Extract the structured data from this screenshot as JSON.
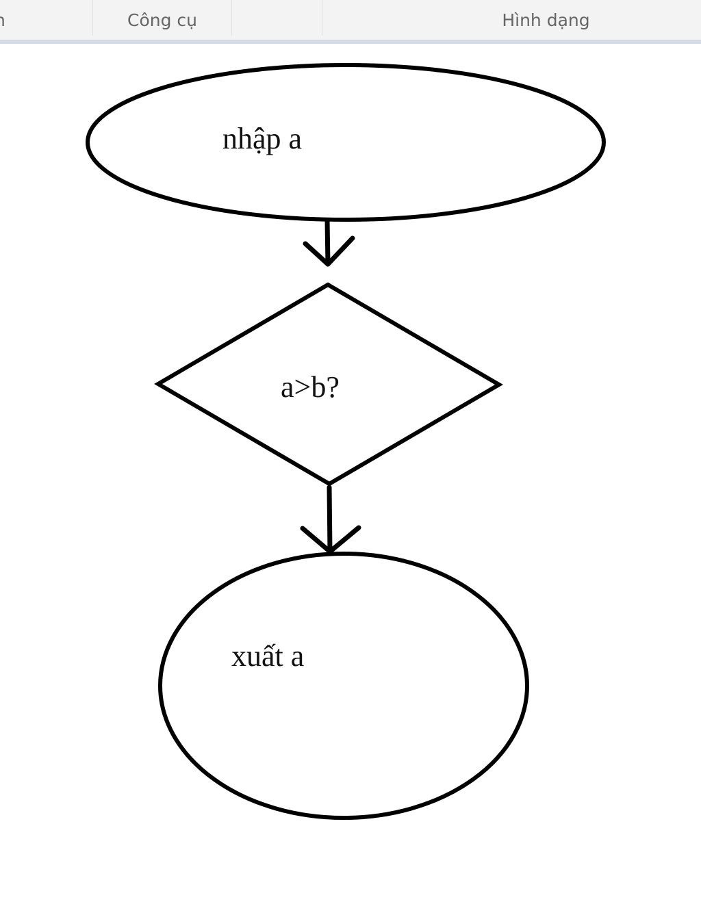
{
  "ribbon": {
    "groups": [
      {
        "label": "h"
      },
      {
        "label": "Công cụ"
      },
      {
        "label": ""
      },
      {
        "label": "Hình dạng"
      }
    ]
  },
  "diagram": {
    "start_label": "nhập a",
    "decision_label": "a>b?",
    "output_label": "xuất a"
  }
}
